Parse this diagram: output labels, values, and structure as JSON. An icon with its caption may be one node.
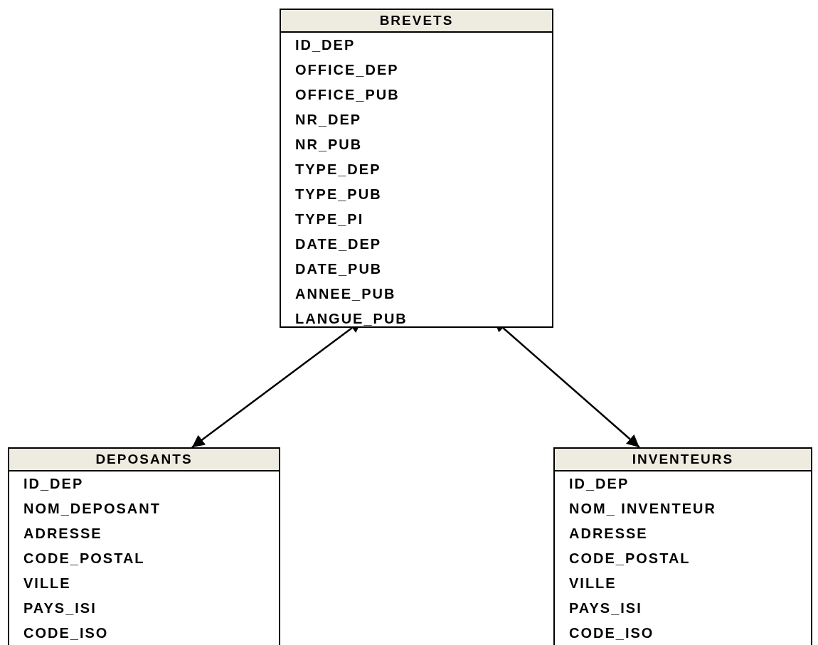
{
  "diagram": {
    "nodes": [
      {
        "text": [
          "BREVETS",
          "ID_DEP",
          "OFFICE_DEP",
          "OFFICE_PUB",
          "NR_DEP",
          "NR_PUB",
          "TYPE_DEP",
          "TYPE_PUB",
          "TYPE_PI",
          "DATE_DEP",
          "DATE_PUB",
          "ANNEE_PUB",
          "LANGUE_PUB"
        ]
      },
      {
        "text": [
          "DEPOSANTS",
          "ID_DEP",
          "NOM_DEPOSANT",
          "ADRESSE",
          "CODE_POSTAL",
          "VILLE",
          "PAYS_ISI",
          "CODE_ISO"
        ]
      },
      {
        "text": [
          "INVENTEURS",
          "ID_DEP",
          "NOM_ INVENTEUR",
          "ADRESSE",
          "CODE_POSTAL",
          "VILLE",
          "PAYS_ISI",
          "CODE_ISO"
        ]
      }
    ],
    "edges": [
      {
        "from": 0,
        "to": 1,
        "arrow": "both"
      },
      {
        "from": 0,
        "to": 2,
        "arrow": "both"
      }
    ]
  }
}
